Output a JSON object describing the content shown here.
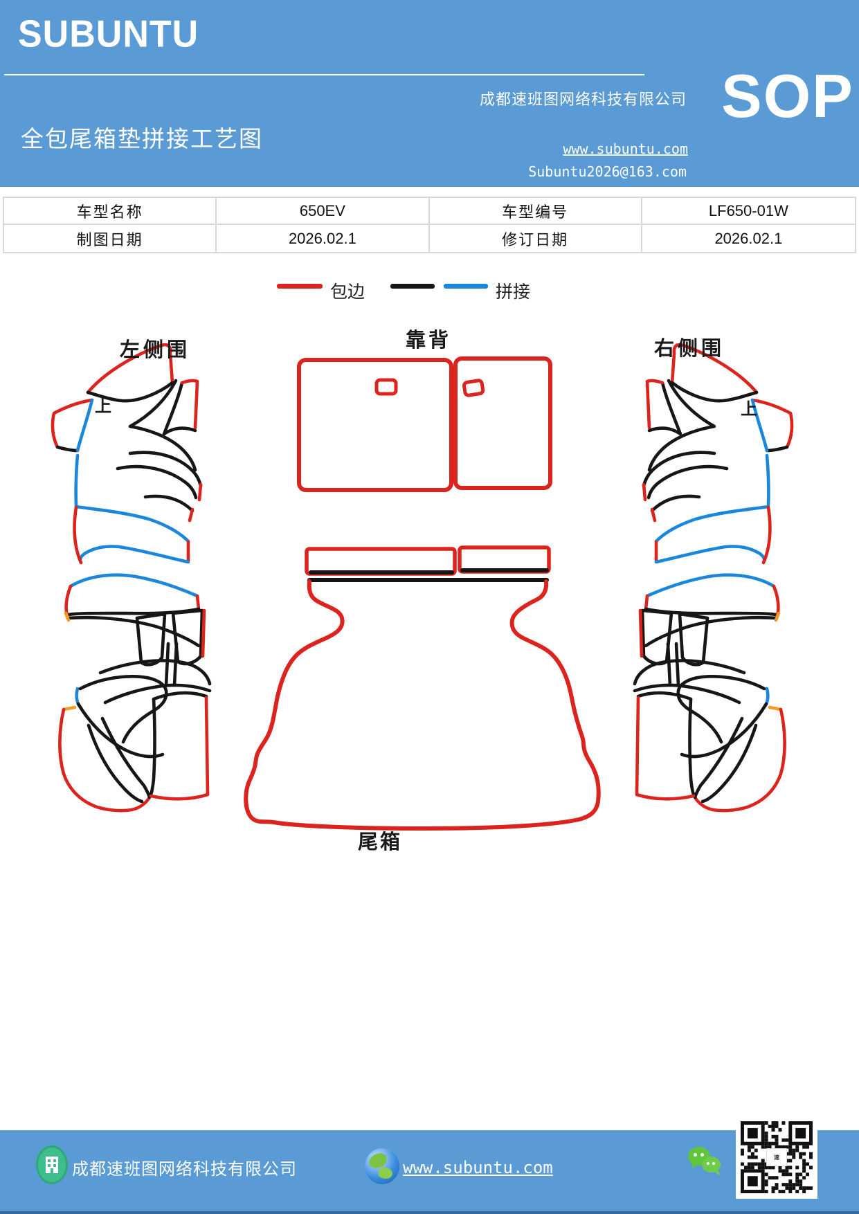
{
  "header": {
    "brand": "SUBUNTU",
    "company": "成都速班图网络科技有限公司",
    "title": "全包尾箱垫拼接工艺图",
    "website": "www.subuntu.com",
    "email": "Subuntu2026@163.com",
    "badge": "SOP"
  },
  "info_table": {
    "rows": [
      [
        "车型名称",
        "650EV",
        "车型编号",
        "LF650-01W"
      ],
      [
        "制图日期",
        "2026.02.1",
        "修订日期",
        "2026.02.1"
      ]
    ]
  },
  "legend": {
    "edge_label": "包边",
    "splice_label": "拼接"
  },
  "diagram": {
    "labels": {
      "left_side": "左侧围",
      "backrest": "靠背",
      "right_side": "右侧围",
      "trunk": "尾箱",
      "up_left": "上",
      "up_right": "上"
    }
  },
  "footer": {
    "company": "成都速班图网络科技有限公司",
    "website": "www.subuntu.com"
  },
  "colors": {
    "header_blue": "#5B9BD5",
    "red": "#DC241E",
    "black": "#161616",
    "blue": "#1B87DC",
    "green": "#0E9C4E",
    "orange": "#F59A23",
    "table_border": "#D8D8D8"
  }
}
